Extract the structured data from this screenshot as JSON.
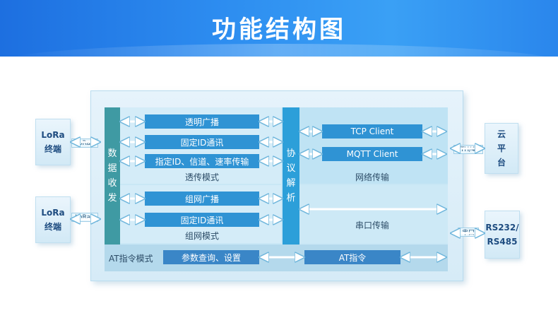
{
  "header": {
    "title": "功能结构图"
  },
  "left": {
    "terminal1": {
      "line1": "LoRa",
      "line2": "终端",
      "link": "LoRa1"
    },
    "terminal2": {
      "line1": "LoRa",
      "line2": "终端",
      "link": "LoRa2"
    }
  },
  "right": {
    "cloud": {
      "line1": "云",
      "line2": "平",
      "line3": "台",
      "link": "ETH/4G"
    },
    "serial_dev": {
      "line1": "RS232/",
      "line2": "RS485",
      "link": "串口"
    }
  },
  "core": {
    "data_bar": [
      "数",
      "据",
      "收",
      "发"
    ],
    "proto_bar": [
      "协",
      "议",
      "解",
      "析"
    ],
    "transparent_mode": {
      "items": [
        "透明广播",
        "固定ID通讯",
        "指定ID、信道、速率传输"
      ],
      "label": "透传模式"
    },
    "network_mode": {
      "items": [
        "组网广播",
        "固定ID通讯"
      ],
      "label": "组网模式"
    },
    "network_transfer": {
      "items": [
        "TCP Client",
        "MQTT Client"
      ],
      "label": "网络传输"
    },
    "serial_transfer": {
      "label": "串口传输"
    },
    "at_mode": {
      "label": "AT指令模式",
      "query": "参数查询、设置",
      "cmd": "AT指令"
    }
  },
  "colors": {
    "banner": "#2d8df0",
    "box": "#2f93d4",
    "data_bar": "#3f9aa3",
    "proto_bar": "#2c9fd9",
    "panel": "#c9e7f5"
  }
}
